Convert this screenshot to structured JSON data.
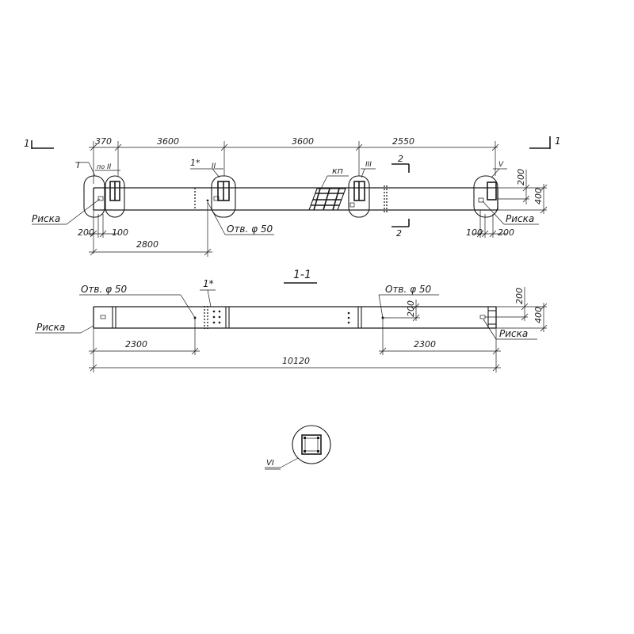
{
  "plan": {
    "section_mark_left": "1",
    "section_mark_right": "1",
    "dims_top": [
      "370",
      "3600",
      "3600",
      "2550"
    ],
    "node_labels": {
      "n1": "I",
      "n2_prefix": "по",
      "n2": "II",
      "n3_prefix": "1*",
      "n3": "II",
      "n4": "III",
      "n5": "V"
    },
    "kp_label": "кп",
    "section_2_top": "2",
    "section_2_bottom": "2",
    "riska_left": "Риска",
    "riska_right": "Риска",
    "dim_200_left": "200",
    "dim_100_left": "100",
    "dim_100_right": "100",
    "dim_200_right": "200",
    "hole_label": "Отв. φ 50",
    "dim_2800": "2800",
    "vert_200": "200",
    "vert_400": "400"
  },
  "elevation": {
    "title": "1-1",
    "hole_left": "Отв. φ 50",
    "hole_right": "Отв. φ 50",
    "mark_1": "1*",
    "riska_left": "Риска",
    "riska_right": "Риска",
    "dim_200_mid": "200",
    "vert_200": "200",
    "vert_400": "400",
    "dim_2300_left": "2300",
    "dim_2300_right": "2300",
    "dim_total": "10120"
  },
  "detail": {
    "label": "VI"
  }
}
